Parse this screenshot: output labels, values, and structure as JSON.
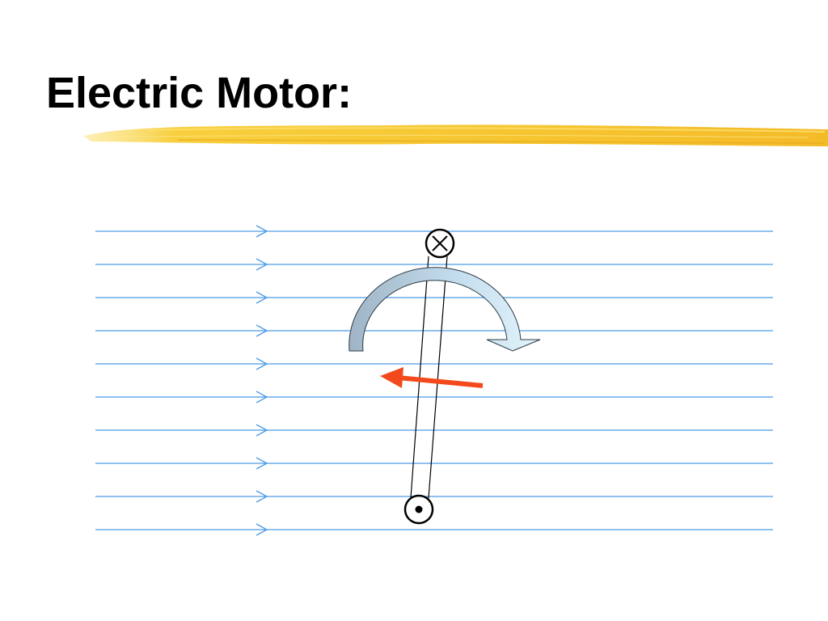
{
  "slide": {
    "title": "Electric Motor:"
  },
  "colors": {
    "field_line": "#4a9ae6",
    "force_arrow": "#f24a1c",
    "rotation_arrow_dark": "#9fb4c6",
    "rotation_arrow_light": "#dcf0fb",
    "highlighter": "#f7c934",
    "ink": "#000000"
  },
  "diagram": {
    "field_line_count": 10,
    "current_top_symbol": "into-page",
    "current_bottom_symbol": "out-of-page"
  }
}
